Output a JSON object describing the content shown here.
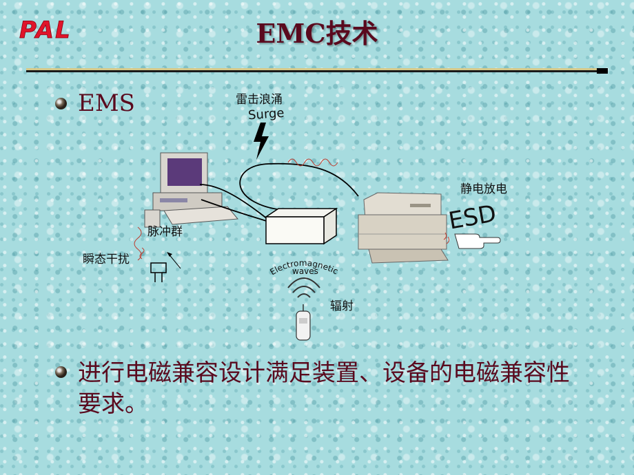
{
  "logo": {
    "text": "PAL"
  },
  "title": "EMC技术",
  "bullets": [
    {
      "text": "EMS"
    },
    {
      "text": "进行电磁兼容设计满足装置、设备的电磁兼容性要求。"
    }
  ],
  "diagram": {
    "surge_label_cn": "雷击浪涌",
    "surge_label_en": "Surge",
    "esd_label_cn": "静电放电",
    "esd_label_en": "ESD",
    "pulse_label": "脉冲群",
    "transient_label": "瞬态干扰",
    "radiation_label": "辐射",
    "em_waves_label": "Electromagnetic waves"
  },
  "colors": {
    "title": "#5a0a1e",
    "logo": "#e0142a",
    "body_text": "#5a0a1e",
    "background": "#a7dcdf"
  }
}
